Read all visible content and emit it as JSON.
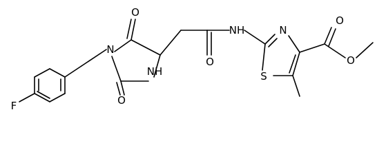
{
  "molecule": {
    "atoms": {
      "fluorine": "F",
      "imide_nitrogen": "N",
      "ring_nh": "NH",
      "amide_nh": "NH",
      "thiazole_nitrogen": "N",
      "sulfur": "S",
      "oxo_top": "O",
      "oxo_bottom": "O",
      "amide_oxygen": "O",
      "ester_carbonyl_oxygen": "O",
      "ester_ether_oxygen": "O"
    }
  }
}
